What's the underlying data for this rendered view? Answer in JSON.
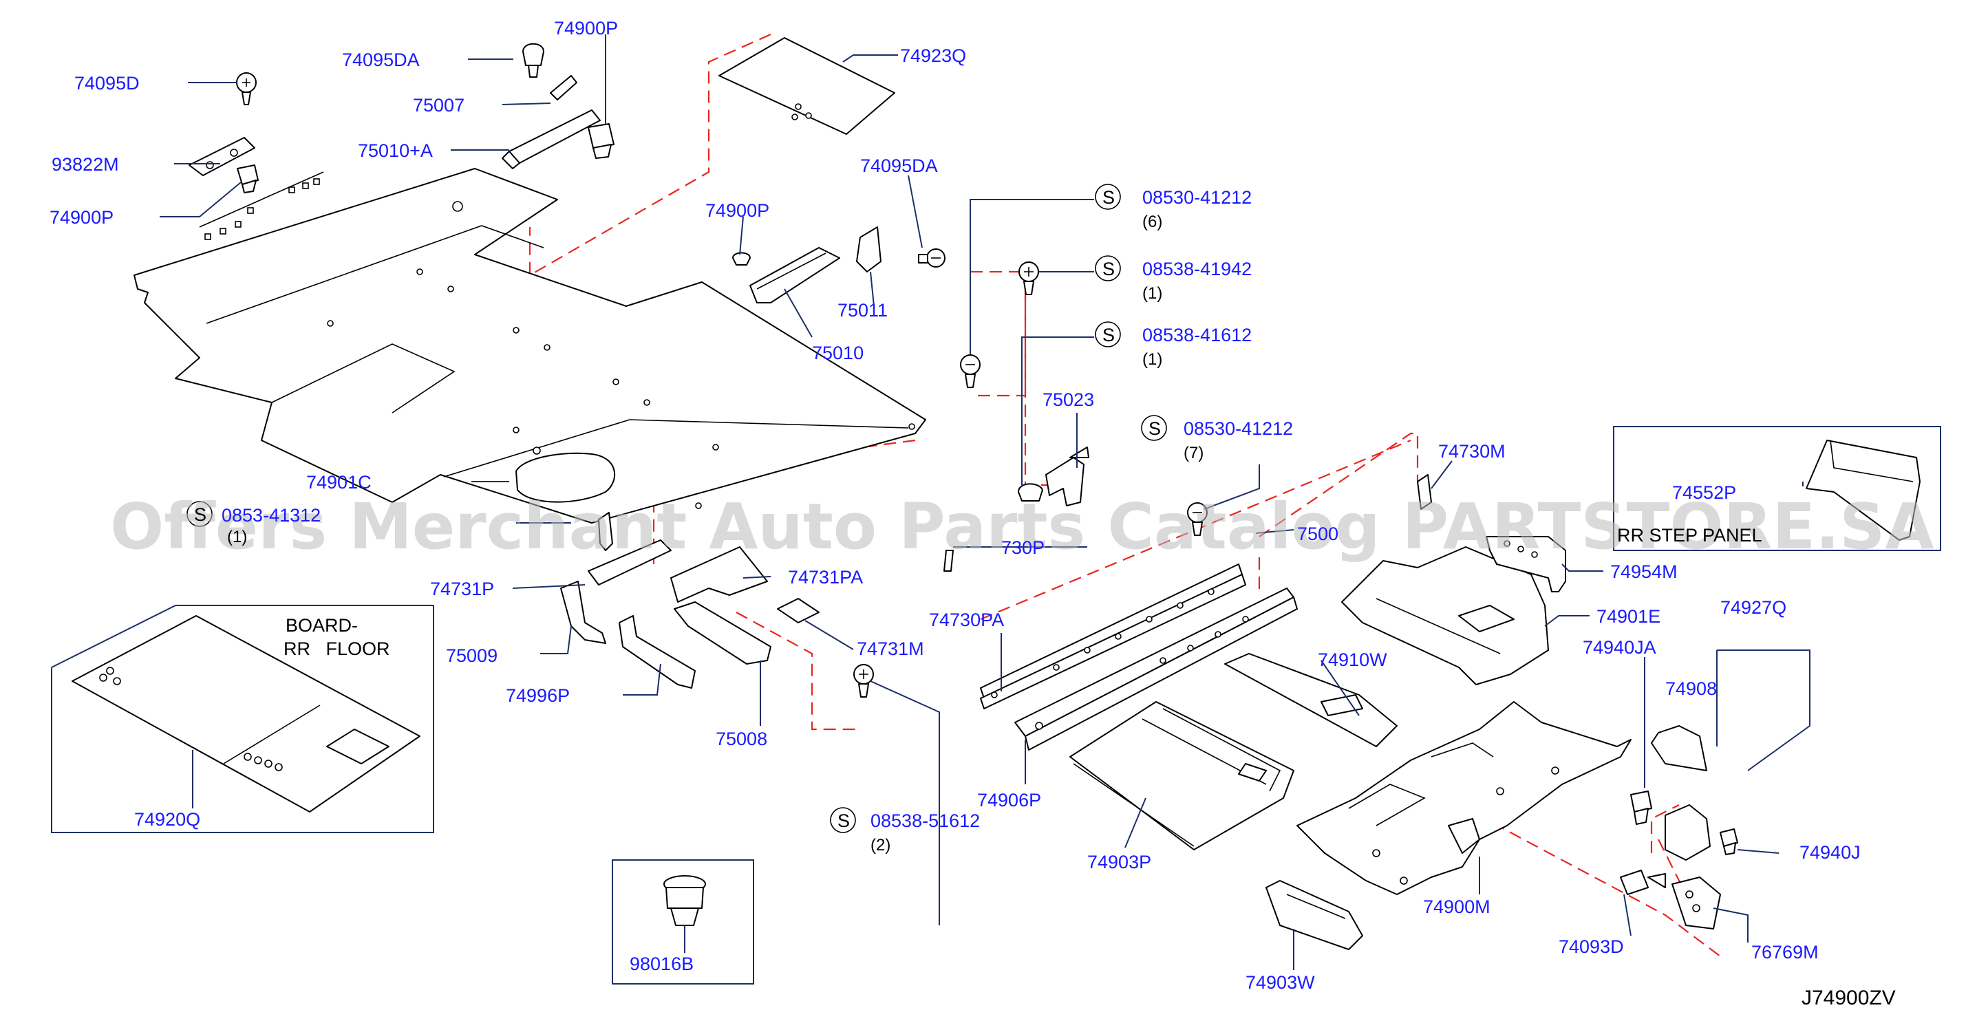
{
  "diagram": {
    "parts": {
      "p74095D": "74095D",
      "p93822M": "93822M",
      "p74900P_a": "74900P",
      "p74095DA_a": "74095DA",
      "p75007": "75007",
      "p75010A": "75010+A",
      "p74900P_b": "74900P",
      "p74923Q": "74923Q",
      "p74095DA_b": "74095DA",
      "p74900P_c": "74900P",
      "p75011": "75011",
      "p75010": "75010",
      "p74901C": "74901C",
      "p75023": "75023",
      "p74731P": "74731P",
      "p74731PA": "74731PA",
      "p75009": "75009",
      "p74731M": "74731M",
      "p74996P": "74996P",
      "p75008": "75008",
      "p74920Q": "74920Q",
      "p98016B": "98016B",
      "p74730PA": "74730PA",
      "p74906P": "74906P",
      "p74903P": "74903P",
      "p74910W": "74910W",
      "p74730M": "74730M",
      "p74552P": "74552P",
      "p74954M": "74954M",
      "p74901E": "74901E",
      "p74940JA": "74940JA",
      "p74927Q": "74927Q",
      "p74908": "74908",
      "p74940J": "74940J",
      "p74900M": "74900M",
      "p74093D": "74093D",
      "p76769M": "76769M",
      "p74903W": "74903W"
    },
    "screws": [
      {
        "mark": "S",
        "part": "08530-41212",
        "qty": "(6)"
      },
      {
        "mark": "S",
        "part": "08538-41942",
        "qty": "(1)"
      },
      {
        "mark": "S",
        "part": "08538-41612",
        "qty": "(1)"
      },
      {
        "mark": "S",
        "part": "08530-41212",
        "qty": "(7)"
      },
      {
        "mark": "S",
        "part": "08538-51612",
        "qty": "(2)"
      },
      {
        "mark": "S",
        "part": "0853-41312",
        "qty": "(1)"
      }
    ],
    "partial_labels": {
      "p74730P": "730P",
      "p75000": "7500"
    },
    "board_label_line1": "BOARD-",
    "board_label_line2": "RR   FLOOR",
    "inset_label": "RR STEP PANEL",
    "diagram_code": "J74900ZV",
    "watermark": "Offers Merchant Auto Parts Catalog PARTSTORE.SA",
    "colors": {
      "label": "#1a1aff",
      "leader": "#1c2f66",
      "dashed": "#e8261f",
      "watermark": "#bdbdbd"
    }
  }
}
